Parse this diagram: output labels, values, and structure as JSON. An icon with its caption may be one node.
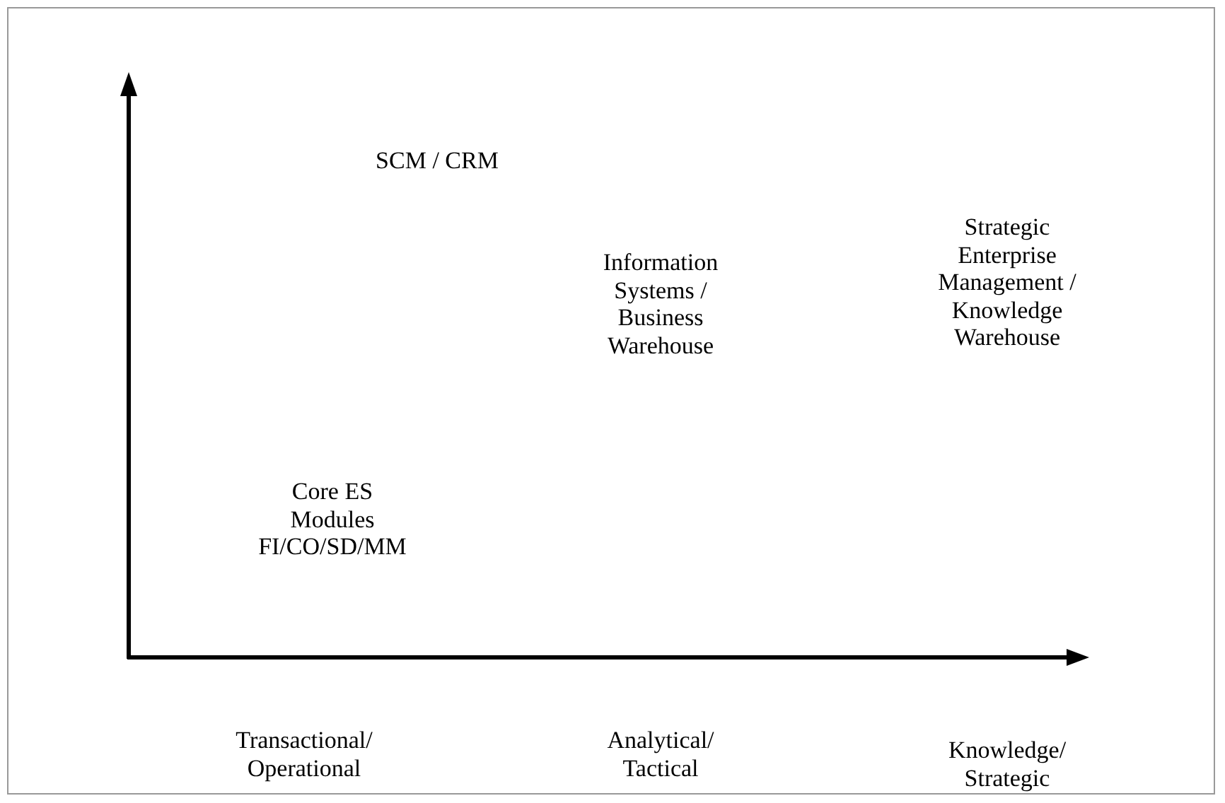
{
  "diagram": {
    "labels": [
      "SCM / CRM",
      "Information Systems / Business Warehouse",
      "Strategic Enterprise Management / Knowledge Warehouse",
      "Core ES Modules FI/CO/SD/MM",
      "Transactional/ Operational",
      "Analytical/ Tactical",
      "Knowledge/ Strategic"
    ]
  }
}
